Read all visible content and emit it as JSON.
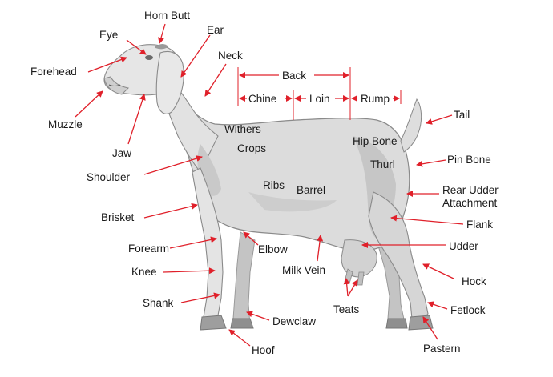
{
  "diagram": {
    "labels": {
      "horn_butt": "Horn Butt",
      "eye": "Eye",
      "ear": "Ear",
      "forehead": "Forehead",
      "neck": "Neck",
      "muzzle": "Muzzle",
      "jaw": "Jaw",
      "shoulder": "Shoulder",
      "back": "Back",
      "chine": "Chine",
      "loin": "Loin",
      "rump": "Rump",
      "tail": "Tail",
      "withers": "Withers",
      "crops": "Crops",
      "hip_bone": "Hip Bone",
      "thurl": "Thurl",
      "pin_bone": "Pin Bone",
      "ribs": "Ribs",
      "barrel": "Barrel",
      "rear_udder_attachment_1": "Rear Udder",
      "rear_udder_attachment_2": "Attachment",
      "brisket": "Brisket",
      "flank": "Flank",
      "forearm": "Forearm",
      "elbow": "Elbow",
      "udder": "Udder",
      "knee": "Knee",
      "milk_vein": "Milk Vein",
      "hock": "Hock",
      "shank": "Shank",
      "teats": "Teats",
      "fetlock": "Fetlock",
      "dewclaw": "Dewclaw",
      "pastern": "Pastern",
      "hoof": "Hoof"
    },
    "colors": {
      "arrow": "#e0202a",
      "body_fill": "#d9d9d9",
      "body_shade": "#b8b8b8",
      "outline": "#8a8a8a",
      "text": "#1a1a1a"
    }
  }
}
